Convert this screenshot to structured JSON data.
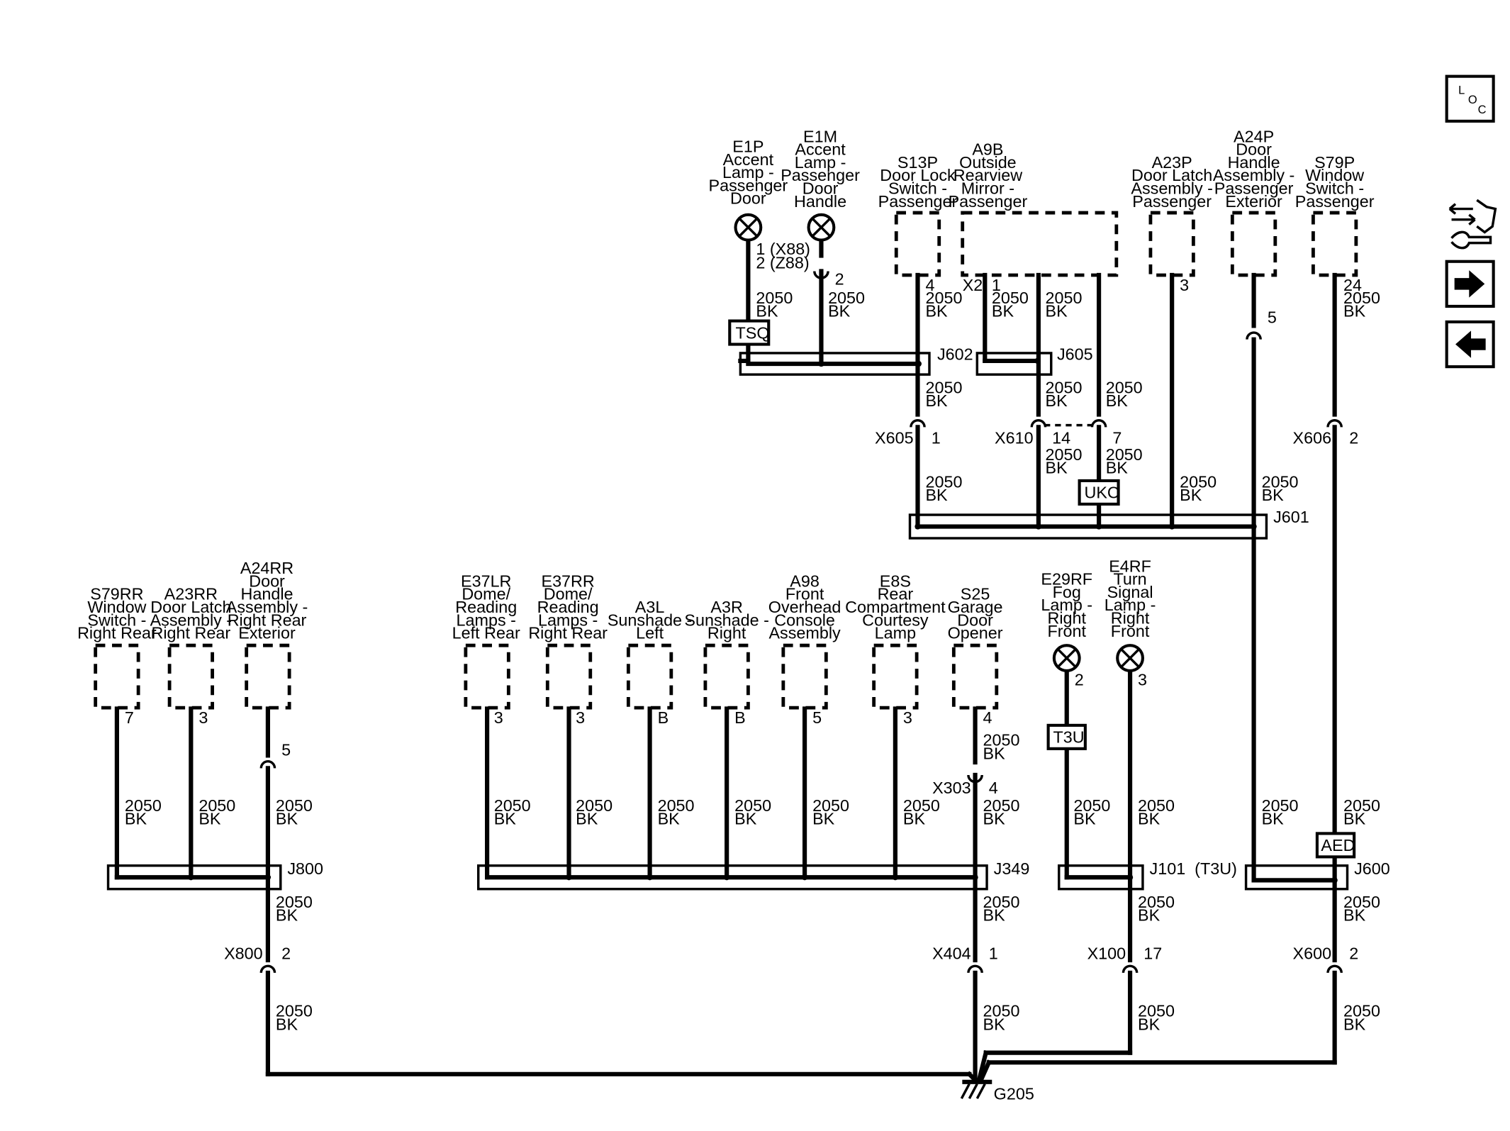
{
  "nav": {
    "loc_label": "LOC"
  },
  "components": {
    "e1p": [
      "E1P",
      "Accent",
      "Lamp -",
      "Passenger",
      "Door"
    ],
    "e1m": [
      "E1M",
      "Accent",
      "Lamp -",
      "Passenger",
      "Door",
      "Handle"
    ],
    "s13p": [
      "S13P",
      "Door Lock",
      "Switch -",
      "Passenger"
    ],
    "a9b": [
      "A9B",
      "Outside",
      "Rearview",
      "Mirror -",
      "Passenger"
    ],
    "a23p": [
      "A23P",
      "Door Latch",
      "Assembly -",
      "Passenger"
    ],
    "a24p": [
      "A24P",
      "Door",
      "Handle",
      "Assembly -",
      "Passenger",
      "Exterior"
    ],
    "s79p": [
      "S79P",
      "Window",
      "Switch -",
      "Passenger"
    ],
    "s79rr": [
      "S79RR",
      "Window",
      "Switch -",
      "Right Rear"
    ],
    "a23rr": [
      "A23RR",
      "Door Latch",
      "Assembly -",
      "Right Rear"
    ],
    "a24rr": [
      "A24RR",
      "Door",
      "Handle",
      "Assembly -",
      "Right Rear",
      "Exterior"
    ],
    "e37lr": [
      "E37LR",
      "Dome/",
      "Reading",
      "Lamps -",
      "Left Rear"
    ],
    "e37rr": [
      "E37RR",
      "Dome/",
      "Reading",
      "Lamps -",
      "Right Rear"
    ],
    "a3l": [
      "A3L",
      "Sunshade -",
      "Left"
    ],
    "a3r": [
      "A3R",
      "Sunshade -",
      "Right"
    ],
    "a98": [
      "A98",
      "Front",
      "Overhead",
      "Console",
      "Assembly"
    ],
    "e8s": [
      "E8S",
      "Rear",
      "Compartment",
      "Courtesy",
      "Lamp"
    ],
    "s25": [
      "S25",
      "Garage",
      "Door",
      "Opener"
    ],
    "e29rf": [
      "E29RF",
      "Fog",
      "Lamp -",
      "Right",
      "Front"
    ],
    "e4rf": [
      "E4RF",
      "Turn",
      "Signal",
      "Lamp -",
      "Right",
      "Front"
    ]
  },
  "wire": {
    "gauge": "2050",
    "color": "BK"
  },
  "pins": {
    "e1p": [
      "1 (X88)",
      "2 (Z88)"
    ],
    "e1m": "2",
    "s13p": "4",
    "a9b_x2": "X2",
    "a9b_1": "1",
    "a23p": "3",
    "a24p": "5",
    "s79p": "24",
    "s79rr": "7",
    "a23rr": "3",
    "a24rr": "5",
    "e37lr": "3",
    "e37rr": "3",
    "a3l": "B",
    "a3r": "B",
    "a98": "5",
    "e8s": "3",
    "s25": "4",
    "e29rf": "2",
    "e4rf": "3"
  },
  "splices": {
    "j602": "J602",
    "j605": "J605",
    "j601": "J601",
    "j800": "J800",
    "j349": "J349",
    "j101": "J101  (T3U)",
    "j600": "J600"
  },
  "connectors": {
    "x605": "X605",
    "x605_pin": "1",
    "x610": "X610",
    "x610_pin1": "14",
    "x610_pin2": "7",
    "x606": "X606",
    "x606_pin": "2",
    "x303": "X303",
    "x303_pin": "4",
    "x800": "X800",
    "x800_pin": "2",
    "x404": "X404",
    "x404_pin": "1",
    "x100": "X100",
    "x100_pin": "17",
    "x600": "X600",
    "x600_pin": "2"
  },
  "options": {
    "tsq": "TSQ",
    "ukc": "UKC",
    "t3u": "T3U",
    "aed": "AED"
  },
  "ground": "G205"
}
